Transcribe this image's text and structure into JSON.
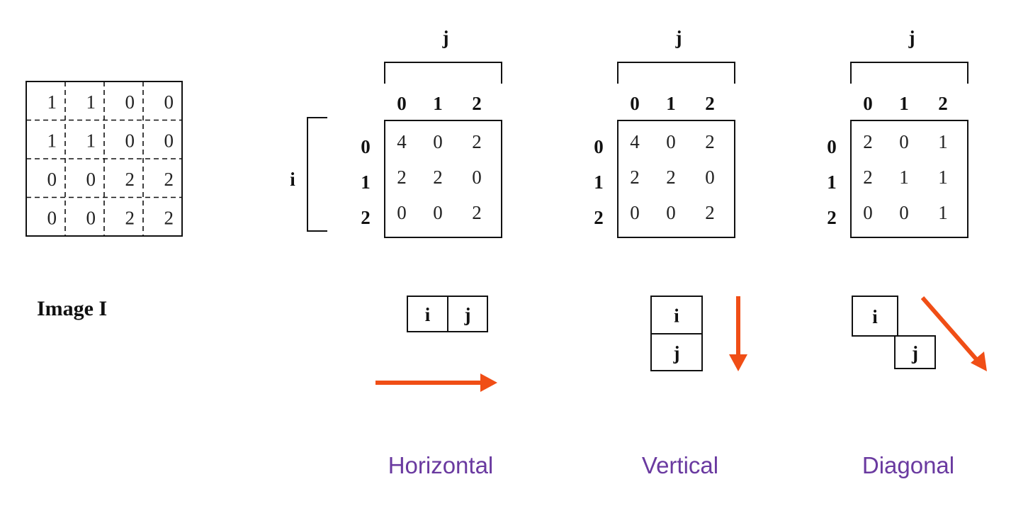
{
  "image": {
    "label": "Image I",
    "grid": [
      [
        "1",
        "1",
        "0",
        "0"
      ],
      [
        "1",
        "1",
        "0",
        "0"
      ],
      [
        "0",
        "0",
        "2",
        "2"
      ],
      [
        "0",
        "0",
        "2",
        "2"
      ]
    ]
  },
  "axis_labels": {
    "j": "j",
    "i": "i"
  },
  "indices": [
    "0",
    "1",
    "2"
  ],
  "matrices": [
    {
      "name": "horizontal",
      "label": "Horizontal",
      "values": [
        [
          "4",
          "0",
          "2"
        ],
        [
          "2",
          "2",
          "0"
        ],
        [
          "0",
          "0",
          "2"
        ]
      ],
      "pair": [
        "i",
        "j"
      ],
      "has_i_bracket": true
    },
    {
      "name": "vertical",
      "label": "Vertical",
      "values": [
        [
          "4",
          "0",
          "2"
        ],
        [
          "2",
          "2",
          "0"
        ],
        [
          "0",
          "0",
          "2"
        ]
      ],
      "pair": [
        "i",
        "j"
      ],
      "has_i_bracket": false
    },
    {
      "name": "diagonal",
      "label": "Diagonal",
      "values": [
        [
          "2",
          "0",
          "1"
        ],
        [
          "2",
          "1",
          "1"
        ],
        [
          "0",
          "0",
          "1"
        ]
      ],
      "pair": [
        "i",
        "j"
      ],
      "has_i_bracket": false
    }
  ],
  "colors": {
    "arrow": "#f04e16",
    "caption": "#6a3aa0",
    "line": "#111111"
  }
}
